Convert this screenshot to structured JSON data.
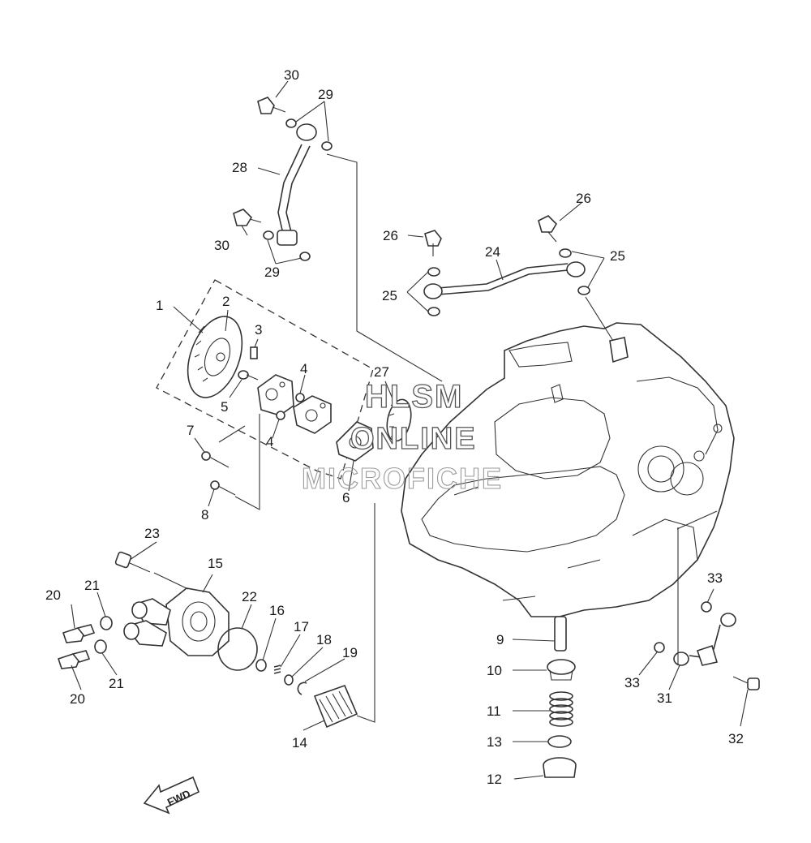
{
  "watermark": {
    "line1": "HLSM",
    "line2": "ONLINE",
    "line3": "MICROFICHE"
  },
  "direction_label": "FWD",
  "callouts": {
    "c1": "1",
    "c2": "2",
    "c3": "3",
    "c4a": "4",
    "c4b": "4",
    "c5": "5",
    "c6": "6",
    "c7": "7",
    "c8": "8",
    "c9": "9",
    "c10": "10",
    "c11": "11",
    "c12": "12",
    "c13": "13",
    "c14": "14",
    "c15": "15",
    "c16": "16",
    "c17": "17",
    "c18": "18",
    "c19": "19",
    "c20a": "20",
    "c20b": "20",
    "c21a": "21",
    "c21b": "21",
    "c22": "22",
    "c23": "23",
    "c24": "24",
    "c25a": "25",
    "c25b": "25",
    "c26a": "26",
    "c26b": "26",
    "c27": "27",
    "c28": "28",
    "c29a": "29",
    "c29b": "29",
    "c30a": "30",
    "c30b": "30",
    "c31": "31",
    "c32": "32",
    "c33a": "33",
    "c33b": "33"
  }
}
